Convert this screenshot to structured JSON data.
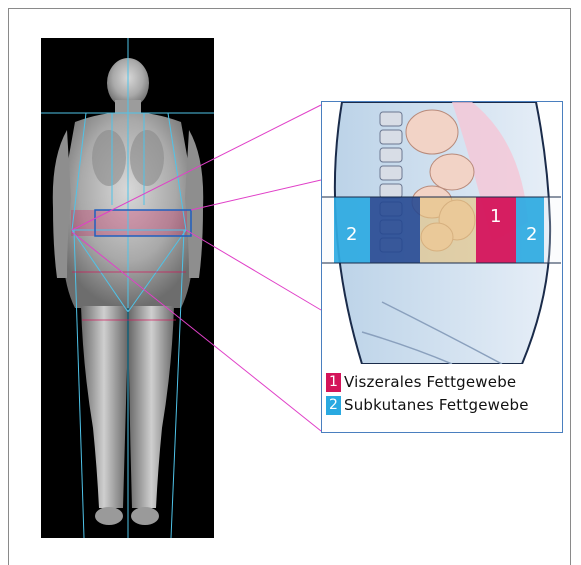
{
  "colors": {
    "visceral": "#d4145a",
    "subcutaneous": "#29a9e1",
    "scan_lines": "#4fc3e8",
    "callout_lines": "#e040c8",
    "inset_border": "#4a7fbf"
  },
  "legend": [
    {
      "number": "1",
      "label": "Viszerales Fettgewebe",
      "color": "#d4145a"
    },
    {
      "number": "2",
      "label": "Subkutanes Fettgewebe",
      "color": "#29a9e1"
    }
  ],
  "inset_labels": {
    "visceral": "1",
    "subcutaneous_left": "2",
    "subcutaneous_right": "2"
  }
}
